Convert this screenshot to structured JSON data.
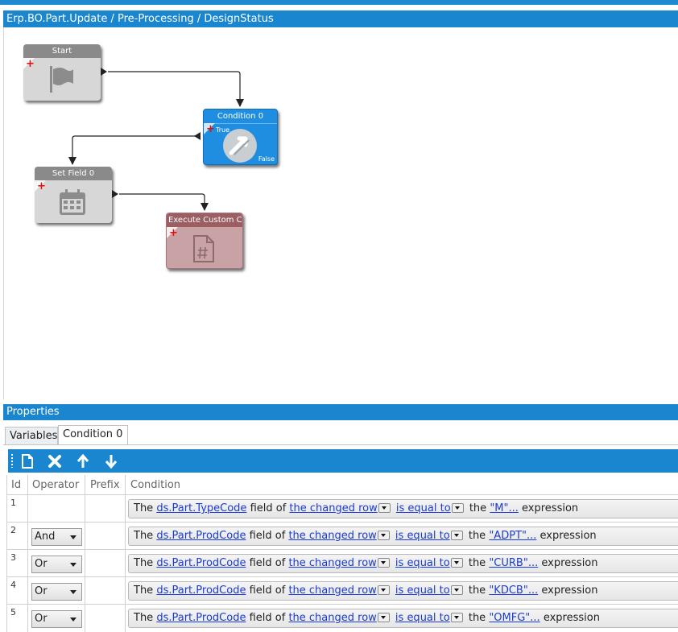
{
  "window": {
    "title": "Erp.BO.Part.Update / Pre-Processing / DesignStatus"
  },
  "nodes": {
    "start": {
      "label": "Start",
      "icon": "flag-icon"
    },
    "condition": {
      "label": "Condition 0",
      "icon": "swap-arrows-icon",
      "true_label": "True",
      "false_label": "False"
    },
    "set_field": {
      "label": "Set Field 0",
      "icon": "calendar-icon"
    },
    "execute": {
      "label": "Execute Custom Co",
      "icon": "code-file-icon"
    }
  },
  "properties": {
    "title": "Properties",
    "tabs": [
      {
        "label": "Variables"
      },
      {
        "label": "Condition 0"
      }
    ],
    "toolbar": {
      "icons": [
        "new-icon",
        "delete-icon",
        "move-up-icon",
        "move-down-icon"
      ]
    },
    "columns": {
      "id": "Id",
      "operator": "Operator",
      "prefix": "Prefix",
      "condition": "Condition"
    },
    "rows": [
      {
        "id": "1",
        "operator": "",
        "the": "The",
        "field": "ds.Part.TypeCode",
        "field_of": "field of",
        "row": "the changed row",
        "comparison": "is equal to",
        "the2": "the",
        "value": "\"M\"...",
        "expr": "expression"
      },
      {
        "id": "2",
        "operator": "And",
        "the": "The",
        "field": "ds.Part.ProdCode",
        "field_of": "field of",
        "row": "the changed row",
        "comparison": "is equal to",
        "the2": "the",
        "value": "\"ADPT\"...",
        "expr": "expression"
      },
      {
        "id": "3",
        "operator": "Or",
        "the": "The",
        "field": "ds.Part.ProdCode",
        "field_of": "field of",
        "row": "the changed row",
        "comparison": "is equal to",
        "the2": "the",
        "value": "\"CURB\"...",
        "expr": "expression"
      },
      {
        "id": "4",
        "operator": "Or",
        "the": "The",
        "field": "ds.Part.ProdCode",
        "field_of": "field of",
        "row": "the changed row",
        "comparison": "is equal to",
        "the2": "the",
        "value": "\"KDCB\"...",
        "expr": "expression"
      },
      {
        "id": "5",
        "operator": "Or",
        "the": "The",
        "field": "ds.Part.ProdCode",
        "field_of": "field of",
        "row": "the changed row",
        "comparison": "is equal to",
        "the2": "the",
        "value": "\"OMFG\"...",
        "expr": "expression"
      }
    ]
  },
  "colors": {
    "accent": "#1a86cf",
    "condition_node": "#1f8ee0",
    "execute_node": "#c9a2a5",
    "link": "#1a3bd6"
  }
}
